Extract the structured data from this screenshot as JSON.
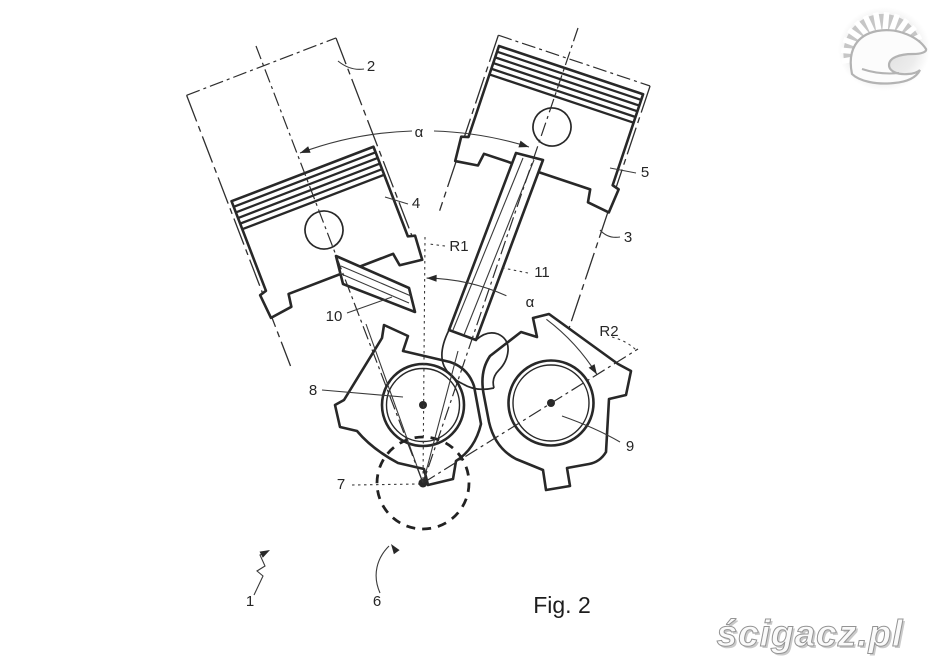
{
  "figure": {
    "caption": "Fig. 2",
    "labels": {
      "n1": "1",
      "n2": "2",
      "n3": "3",
      "n4": "4",
      "n5": "5",
      "n6": "6",
      "n7": "7",
      "n8": "8",
      "n9": "9",
      "n10": "10",
      "n11": "11",
      "alpha_top": "α",
      "alpha_inner": "α",
      "r1": "R1",
      "r2": "R2"
    }
  },
  "branding": {
    "watermark": "ścigacz.pl",
    "logo": "spartan-helmet"
  },
  "colors": {
    "line": "#282828",
    "label": "#262626",
    "watermark_fill": "#f7f7f7",
    "watermark_outline": "#8f8f8f",
    "logo_gray": "#b5b5b5"
  }
}
